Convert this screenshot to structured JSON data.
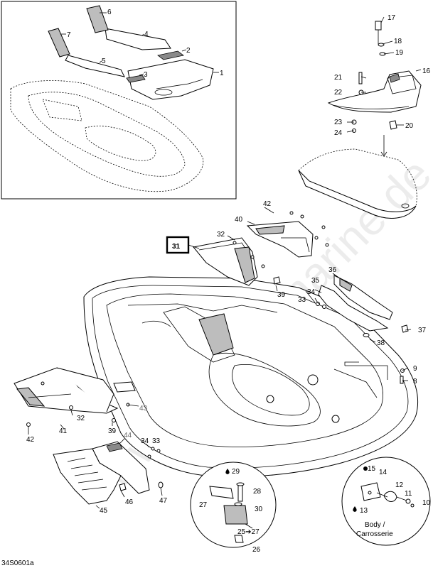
{
  "diagram_code": "34S0601a",
  "watermark": "www.bauer-marine.de",
  "boxed_callout": "31",
  "body_label_en": "Body /",
  "body_label_fr": "Carrosserie",
  "callouts": {
    "c1": "1",
    "c2": "2",
    "c3": "3",
    "c4": "4",
    "c5": "5",
    "c6": "6",
    "c7": "7",
    "c8": "8",
    "c9": "9",
    "c10": "10",
    "c11": "11",
    "c12": "12",
    "c13": "13",
    "c14": "14",
    "c15": "15",
    "c16": "16",
    "c17": "17",
    "c18": "18",
    "c19": "19",
    "c20": "20",
    "c21": "21",
    "c22": "22",
    "c23": "23",
    "c24": "24",
    "c25": "25➔27",
    "c26": "26",
    "c27": "27",
    "c28": "28",
    "c29": "29",
    "c30": "30",
    "c32a": "32",
    "c32b": "32",
    "c33a": "33",
    "c33b": "33",
    "c34a": "34",
    "c34b": "34",
    "c35": "35",
    "c36": "36",
    "c37": "37",
    "c38": "38",
    "c39a": "39",
    "c39b": "39",
    "c40": "40",
    "c41": "41",
    "c42a": "42",
    "c42b": "42",
    "c43": "43",
    "c44": "44",
    "c45": "45",
    "c46": "46",
    "c47": "47"
  }
}
